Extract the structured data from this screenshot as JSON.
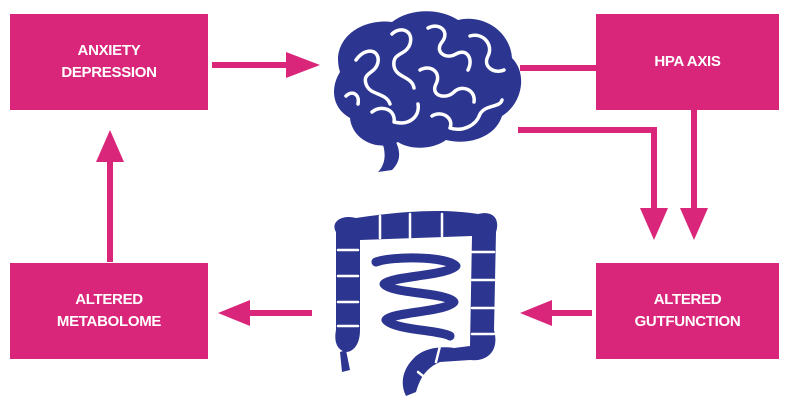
{
  "boxes": {
    "anxiety": {
      "line1": "ANXIETY",
      "line2": "DEPRESSION"
    },
    "hpa": {
      "line1": "HPA AXIS"
    },
    "metabolome": {
      "line1": "ALTERED",
      "line2": "METABOLOME"
    },
    "gut": {
      "line1": "ALTERED",
      "line2": "GUTFUNCTION"
    }
  },
  "colors": {
    "box": "#d9267a",
    "arrow": "#d9267a",
    "organ": "#2c3590",
    "organ_line": "#ffffff"
  },
  "icons": {
    "brain": "brain-icon",
    "intestine": "intestine-icon"
  }
}
